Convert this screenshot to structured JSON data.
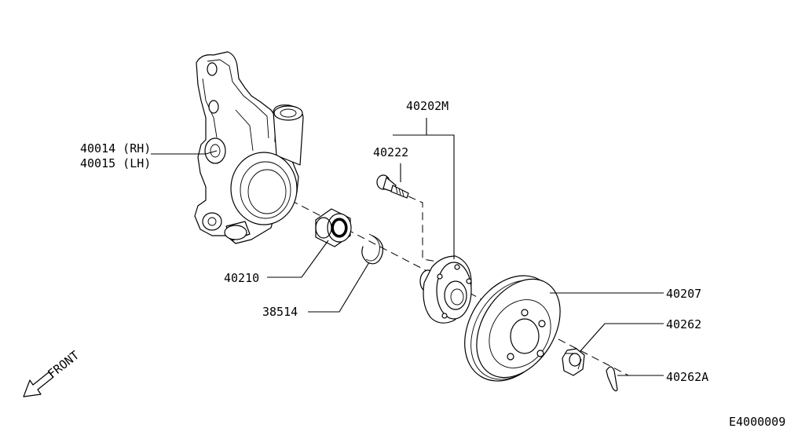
{
  "diagram_code": "E4000009",
  "front_label": "FRONT",
  "parts": {
    "knuckle_rh": "40014 (RH)",
    "knuckle_lh": "40015 (LH)",
    "hub_assembly": "40202M",
    "hub_bolt": "40222",
    "bearing": "40210",
    "snap_ring": "38514",
    "rotor": "40207",
    "nut": "40262",
    "cotter_pin": "40262A"
  }
}
